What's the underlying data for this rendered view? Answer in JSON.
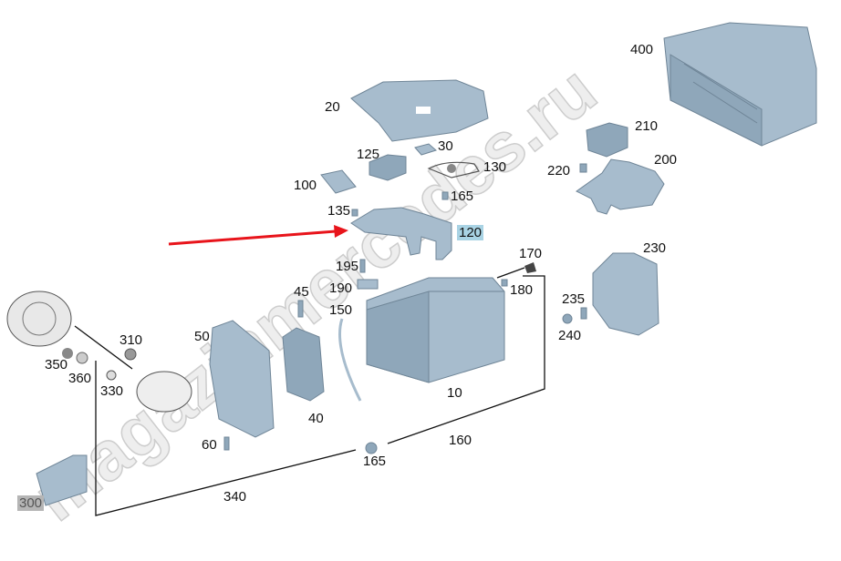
{
  "watermark": "magazinmercedes.ru",
  "colors": {
    "part_fill": "#a7bccd",
    "highlight": "#a9d3e4",
    "arrow": "#e8141b"
  },
  "highlighted_part": "120",
  "labels": {
    "p400": "400",
    "p20": "20",
    "p125": "125",
    "p30": "30",
    "p130": "130",
    "p100": "100",
    "p165a": "165",
    "p135": "135",
    "p120": "120",
    "p210": "210",
    "p220": "220",
    "p200": "200",
    "p230": "230",
    "p170": "170",
    "p180": "180",
    "p195": "195",
    "p190": "190",
    "p45": "45",
    "p150": "150",
    "p235": "235",
    "p240": "240",
    "p50": "50",
    "p310": "310",
    "p350": "350",
    "p360": "360",
    "p330": "330",
    "p10": "10",
    "p40": "40",
    "p160": "160",
    "p60": "60",
    "p165b": "165",
    "p340": "340",
    "p300": "300"
  }
}
